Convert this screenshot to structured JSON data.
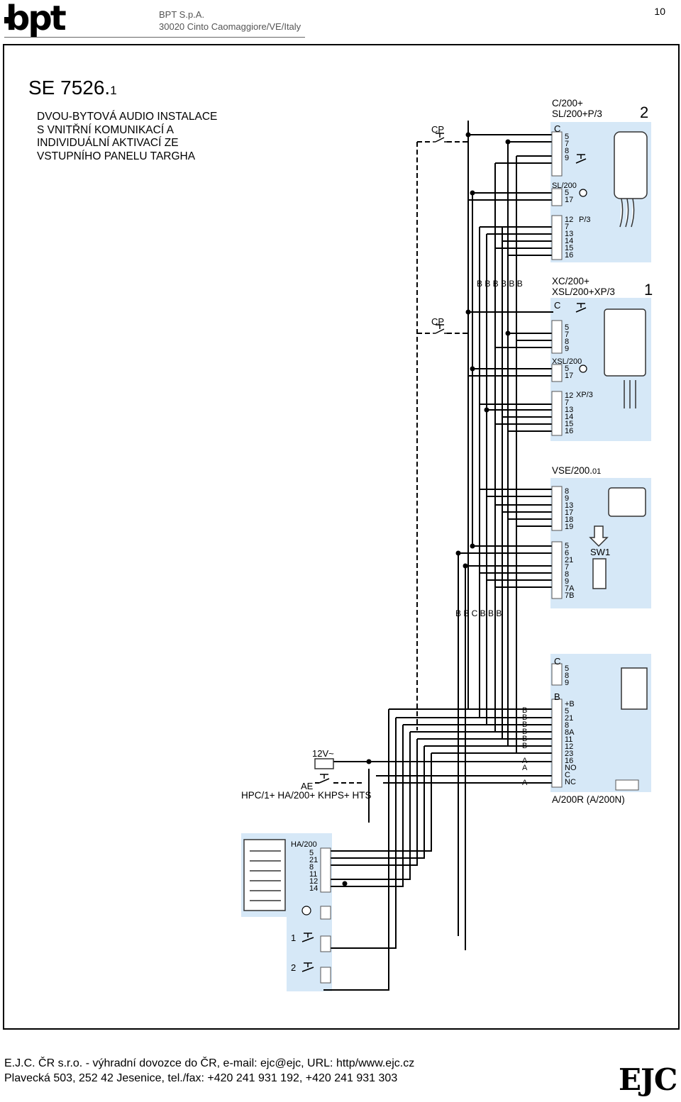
{
  "header": {
    "logo": "bpt",
    "company_name": "BPT S.p.A.",
    "company_address": "30020 Cinto Caomaggiore/VE/Italy",
    "page_number": "10"
  },
  "diagram": {
    "code_main": "SE 7526.",
    "code_suffix": "1",
    "description": [
      "DVOU-BYTOVÁ AUDIO INSTALACE",
      "S VNITŘNÍ KOMUNIKACÍ A",
      "INDIVIDUÁLNÍ AKTIVACÍ ZE",
      "VSTUPNÍHO PANELU TARGHA"
    ],
    "unit2": {
      "model_line1": "C/200+",
      "model_line2": "SL/200+P/3",
      "number": "2",
      "cp_label": "CP",
      "c_label": "C",
      "c_terminals": "5\n7\n8\n9",
      "sl_label": "SL/200",
      "sl_terminals": "5\n17",
      "p_label": "P/3",
      "p_terminals": "12\n7\n13\n14\n15\n16"
    },
    "bus_labels_top": "B B B B B B",
    "unit1": {
      "model_line1": "XC/200+",
      "model_line2": "XSL/200+XP/3",
      "number": "1",
      "cp_label": "CP",
      "c_label": "C",
      "c_terminals": "5\n7\n8\n9",
      "xsl_label": "XSL/200",
      "xsl_terminals": "5\n17",
      "xp_label": "XP/3",
      "xp_terminals": "12\n7\n13\n14\n15\n16"
    },
    "vse": {
      "model": "VSE/200.",
      "model_suffix": "01",
      "terminals_a": "8\n9\n13\n17\n18\n19",
      "terminals_b": "5\n6\n21\n7\n8\n9\n7A\n7B",
      "sw_label": "SW1"
    },
    "bus_labels_mid": "B B C B B B",
    "supply": {
      "c_label": "C",
      "c_terminals": "5\n8\n9",
      "b_label": "B",
      "terminals": "+B\n5\n21\n8\n8A\n11\n12\n23\n16\nNO\nC\nNC",
      "left_labels": "B\nB\nB\nB\nB\nB",
      "a_labels": "A\nA",
      "a_label3": "A",
      "model": "A/200R (A/200N)"
    },
    "power": {
      "label": "12V~",
      "ae_label": "AE"
    },
    "panel": {
      "model_lines": "HPC/1+\nHA/200+\nKHPS+\nHTS",
      "ha_label": "HA/200",
      "ha_terminals": "5\n21\n8\n11\n12\n14",
      "button1": "1",
      "button2": "2"
    }
  },
  "footer": {
    "line1": "E.J.C. ČR s.r.o. - výhradní dovozce do ČR, e-mail: ejc@ejc, URL: http/www.ejc.cz",
    "line2": "Plavecká 503, 252 42 Jesenice, tel./fax: +420 241 931 192, +420 241 931 303",
    "brand": "EJC"
  }
}
